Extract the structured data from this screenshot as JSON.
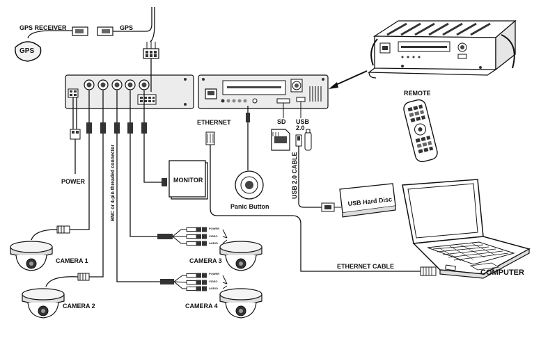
{
  "labels": {
    "gps_receiver": "GPS RECEIVER",
    "gps": "GPS",
    "gps_puck": "GPS",
    "ethernet": "ETHERNET",
    "sd": "SD",
    "usb": "USB",
    "usb_ver": "2.0",
    "remote": "REMOTE",
    "power": "POWER",
    "bnc": "BNC or 4-pin threaded connector",
    "monitor": "MONITOR",
    "panic": "Panic Button",
    "usb_cable": "USB 2.0 CABLE",
    "usb_hdd": "USB Hard Disc",
    "camera1": "CAMERA 1",
    "camera2": "CAMERA 2",
    "camera3": "CAMERA 3",
    "camera4": "CAMERA 4",
    "ethernet_cable": "ETHERNET CABLE",
    "computer": "COMPUTER",
    "cam_power": "POWER",
    "cam_video": "VIDEO",
    "cam_audio": "AUDIO"
  },
  "colors": {
    "line": "#111111",
    "panel": "#ececec",
    "dark": "#222222",
    "background": "#ffffff"
  }
}
